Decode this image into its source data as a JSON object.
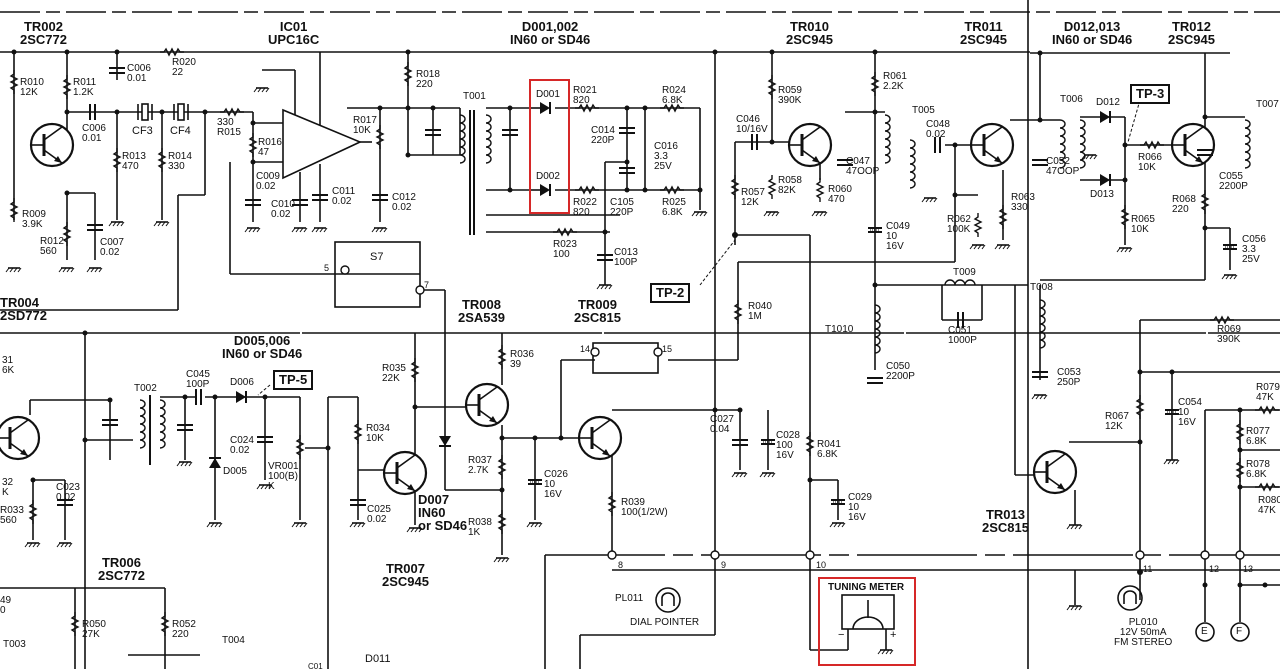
{
  "title": "FM tuner IF / detector / stereo schematic (partial)",
  "highlight_color": "#d62828",
  "ink_color": "#111111",
  "transistors": [
    {
      "ref": "TR002",
      "part": "2SC772"
    },
    {
      "ref": "TR004",
      "part": "2SD772"
    },
    {
      "ref": "TR006",
      "part": "2SC772"
    },
    {
      "ref": "TR007",
      "part": "2SC945"
    },
    {
      "ref": "TR008",
      "part": "2SA539"
    },
    {
      "ref": "TR009",
      "part": "2SC815"
    },
    {
      "ref": "TR010",
      "part": "2SC945"
    },
    {
      "ref": "TR011",
      "part": "2SC945"
    },
    {
      "ref": "TR012",
      "part": "2SC945"
    },
    {
      "ref": "TR013",
      "part": "2SC815"
    }
  ],
  "ic": {
    "ref": "IC01",
    "part": "UPC16C"
  },
  "diode_groups": [
    {
      "refs": "D001,002",
      "part": "IN60 or SD46"
    },
    {
      "refs": "D005,006",
      "part": "IN60 or SD46"
    },
    {
      "refs": "D012,013",
      "part": "IN60 or SD46"
    },
    {
      "refs": "D007",
      "part": "IN60",
      "part2": "or SD46"
    }
  ],
  "diodes": [
    "D001",
    "D002",
    "D005",
    "D006",
    "D012",
    "D013",
    "D011"
  ],
  "resistors": [
    {
      "ref": "R010",
      "value": "12K"
    },
    {
      "ref": "R011",
      "value": "1.2K"
    },
    {
      "ref": "R020",
      "value": "22"
    },
    {
      "ref": "R013",
      "value": "470"
    },
    {
      "ref": "R014",
      "value": "330"
    },
    {
      "ref": "R015",
      "value": "330"
    },
    {
      "ref": "R016",
      "value": "47"
    },
    {
      "ref": "R017",
      "value": "10K"
    },
    {
      "ref": "R018",
      "value": "220"
    },
    {
      "ref": "R009",
      "value": "3.9K"
    },
    {
      "ref": "R012",
      "value": "560"
    },
    {
      "ref": "R021",
      "value": "820"
    },
    {
      "ref": "R022",
      "value": "820"
    },
    {
      "ref": "R023",
      "value": "100"
    },
    {
      "ref": "R024",
      "value": "6.8K"
    },
    {
      "ref": "R025",
      "value": "6.8K"
    },
    {
      "ref": "R059",
      "value": "390K"
    },
    {
      "ref": "R061",
      "value": "2.2K"
    },
    {
      "ref": "R057",
      "value": "12K"
    },
    {
      "ref": "R058",
      "value": "82K"
    },
    {
      "ref": "R060",
      "value": "470"
    },
    {
      "ref": "R062",
      "value": "100K"
    },
    {
      "ref": "R063",
      "value": "330"
    },
    {
      "ref": "R065",
      "value": "10K"
    },
    {
      "ref": "R066",
      "value": "10K"
    },
    {
      "ref": "R068",
      "value": "220"
    },
    {
      "ref": "R040",
      "value": "1M"
    },
    {
      "ref": "R069",
      "value": "390K"
    },
    {
      "ref": "R067",
      "value": "12K"
    },
    {
      "ref": "R079",
      "value": "47K"
    },
    {
      "ref": "R077",
      "value": "6.8K"
    },
    {
      "ref": "R078",
      "value": "6.8K"
    },
    {
      "ref": "R080",
      "value": "47K"
    },
    {
      "ref": "R035",
      "value": "22K"
    },
    {
      "ref": "R036",
      "value": "39"
    },
    {
      "ref": "R034",
      "value": "10K"
    },
    {
      "ref": "R037",
      "value": "2.7K"
    },
    {
      "ref": "R038",
      "value": "1K"
    },
    {
      "ref": "R039",
      "value": "100(1/2W)"
    },
    {
      "ref": "R041",
      "value": "6.8K"
    },
    {
      "ref": "R033",
      "value": "560"
    },
    {
      "ref": "R050",
      "value": "27K"
    },
    {
      "ref": "R052",
      "value": "220"
    }
  ],
  "capacitors": [
    {
      "ref": "C006",
      "value": "0.01"
    },
    {
      "ref": "C006b",
      "label": "C006",
      "value": "0.01"
    },
    {
      "ref": "C007",
      "value": "0.02"
    },
    {
      "ref": "C009",
      "value": "0.02"
    },
    {
      "ref": "C010",
      "value": "0.02"
    },
    {
      "ref": "C011",
      "value": "0.02"
    },
    {
      "ref": "C012",
      "value": "0.02"
    },
    {
      "ref": "C013",
      "value": "100P"
    },
    {
      "ref": "C014",
      "value": "220P"
    },
    {
      "ref": "C105",
      "value": "220P"
    },
    {
      "ref": "C016",
      "value": "3.3",
      "rating": "25V"
    },
    {
      "ref": "C046",
      "value": "10/16V"
    },
    {
      "ref": "C047",
      "value": "47OOP"
    },
    {
      "ref": "C048",
      "value": "0.02"
    },
    {
      "ref": "C049",
      "value": "10",
      "rating": "16V"
    },
    {
      "ref": "C050",
      "value": "2200P"
    },
    {
      "ref": "C051",
      "value": "1000P"
    },
    {
      "ref": "C052",
      "value": "47OOP"
    },
    {
      "ref": "C053",
      "value": "250P"
    },
    {
      "ref": "C054",
      "value": "10",
      "rating": "16V"
    },
    {
      "ref": "C055",
      "value": "2200P"
    },
    {
      "ref": "C056",
      "value": "3.3",
      "rating": "25V"
    },
    {
      "ref": "C045",
      "value": "100P"
    },
    {
      "ref": "C024",
      "value": "0.02"
    },
    {
      "ref": "C023",
      "value": "0.02"
    },
    {
      "ref": "C025",
      "value": "0.02"
    },
    {
      "ref": "C026",
      "value": "10",
      "rating": "16V"
    },
    {
      "ref": "C027",
      "value": "0.04"
    },
    {
      "ref": "C028",
      "value": "100",
      "rating": "16V"
    },
    {
      "ref": "C029",
      "value": "10",
      "rating": "16V"
    }
  ],
  "filters": [
    "CF3",
    "CF4"
  ],
  "transformers": [
    "T001",
    "T002",
    "T003",
    "T004",
    "T005",
    "T006",
    "T007",
    "T008",
    "T009",
    "T1010"
  ],
  "switch": {
    "ref": "S7",
    "pin_left": "5",
    "pin_right": "7"
  },
  "vr": {
    "ref": "VR001",
    "value": "100(B)",
    "unit": "K"
  },
  "test_points": [
    "TP-2",
    "TP-3",
    "TP-5"
  ],
  "connector_pins": [
    "8",
    "9",
    "10",
    "11",
    "12",
    "13",
    "14",
    "15"
  ],
  "lamps": [
    {
      "ref": "PL011",
      "desc": "DIAL POINTER"
    },
    {
      "ref": "PL010",
      "rating": "12V 50mA",
      "desc": "FM STEREO"
    }
  ],
  "meter": {
    "title": "TUNING METER",
    "minus": "−",
    "plus": "+"
  },
  "outputs": [
    "E",
    "F"
  ],
  "partial_labels": {
    "r031": "31",
    "r031v": "6K",
    "r032": "32",
    "r032v": "K",
    "c049b": "49",
    "c049bv": "0",
    "c01": "C01",
    "d011": "D011",
    "t007": "T007"
  }
}
